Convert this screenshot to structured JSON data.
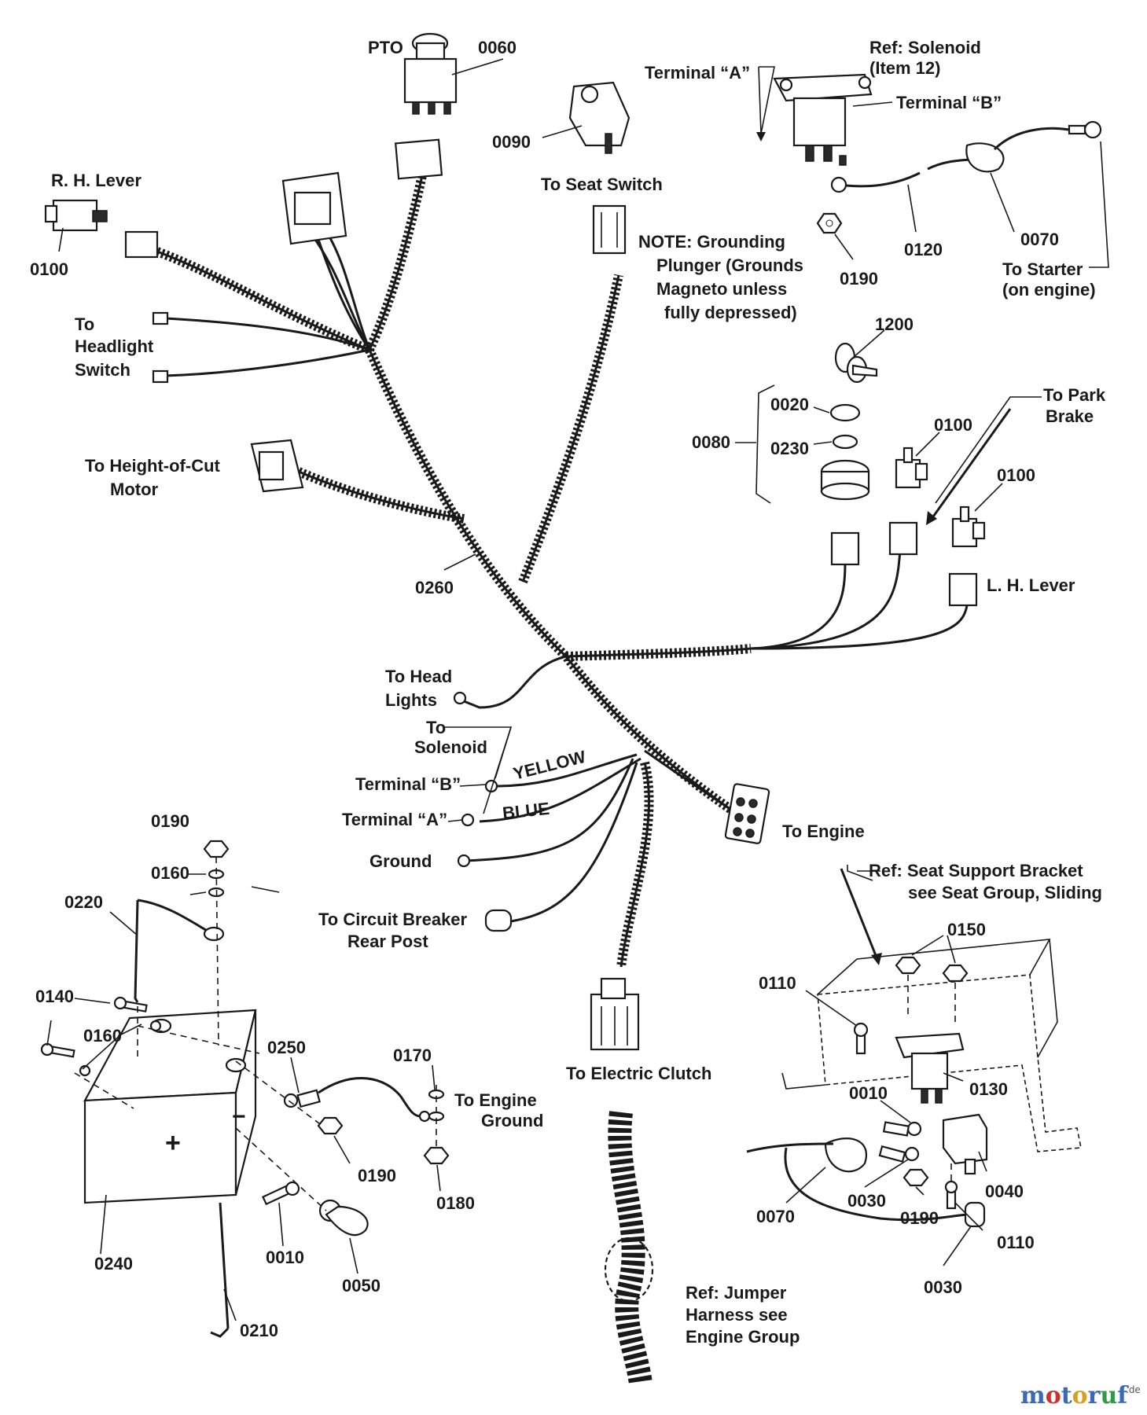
{
  "labels": {
    "pto": "PTO",
    "ref_solenoid_1": "Ref: Solenoid",
    "ref_solenoid_2": "(Item 12)",
    "terminal_a_top": "Terminal “A”",
    "terminal_b_top": "Terminal “B”",
    "to_seat_switch": "To Seat Switch",
    "rh_lever": "R. H. Lever",
    "note_1": "NOTE: Grounding",
    "note_2": "Plunger (Grounds",
    "note_3": "Magneto unless",
    "note_4": "fully depressed)",
    "to_starter_1": "To Starter",
    "to_starter_2": "(on engine)",
    "headlight_1": "To",
    "headlight_2": "Headlight",
    "headlight_3": "Switch",
    "to_park_brake_1": "To Park",
    "to_park_brake_2": "Brake",
    "height_cut_1": "To Height-of-Cut",
    "height_cut_2": "Motor",
    "lh_lever": "L. H. Lever",
    "head_lights_1": "To Head",
    "head_lights_2": "Lights",
    "to_solenoid_1": "To",
    "to_solenoid_2": "Solenoid",
    "yellow": "YELLOW",
    "blue": "BLUE",
    "terminal_b_mid": "Terminal “B”",
    "terminal_a_mid": "Terminal “A”",
    "to_engine": "To Engine",
    "ground": "Ground",
    "seat_bracket_1": "Ref: Seat Support Bracket",
    "seat_bracket_2": "see  Seat Group, Sliding",
    "circuit_breaker_1": "To  Circuit  Breaker",
    "circuit_breaker_2": "Rear Post",
    "engine_ground_1": "To Engine",
    "engine_ground_2": "Ground",
    "electric_clutch": "To  Electric  Clutch",
    "jumper_1": "Ref: Jumper",
    "jumper_2": "Harness see",
    "jumper_3": "Engine Group"
  },
  "part_numbers": {
    "p0060": "0060",
    "p0090": "0090",
    "p0100_rh": "0100",
    "p0120": "0120",
    "p0070_top": "0070",
    "p0190_top": "0190",
    "p1200": "1200",
    "p0020": "0020",
    "p0230": "0230",
    "p0080": "0080",
    "p0100_a": "0100",
    "p0100_b": "0100",
    "p0260": "0260",
    "p0190_bat": "0190",
    "p0160_top": "0160",
    "p0220": "0220",
    "p0140": "0140",
    "p0160_mid": "0160",
    "p0250": "0250",
    "p0170": "0170",
    "p0190_mid": "0190",
    "p0180": "0180",
    "p0240": "0240",
    "p0010_bat": "0010",
    "p0050": "0050",
    "p0210": "0210",
    "p0150": "0150",
    "p0110_a": "0110",
    "p0130": "0130",
    "p0010_br": "0010",
    "p0040": "0040",
    "p0030_a": "0030",
    "p0070_br": "0070",
    "p0190_br": "0190",
    "p0110_b": "0110",
    "p0030_b": "0030"
  },
  "watermark": {
    "name": "motoruf",
    "suffix": ".de"
  }
}
